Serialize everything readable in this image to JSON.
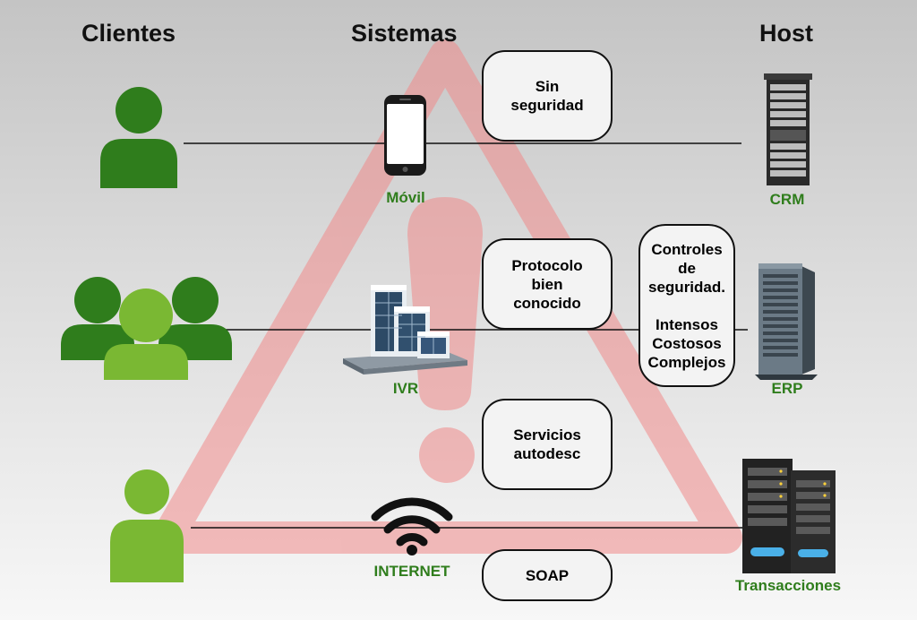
{
  "columns": {
    "clients": "Clientes",
    "systems": "Sistemas",
    "host": "Host"
  },
  "systems": {
    "mobile": "Móvil",
    "ivr": "IVR",
    "internet": "INTERNET"
  },
  "hosts": {
    "crm": "CRM",
    "erp": "ERP",
    "transactions": "Transacciones"
  },
  "bubbles": {
    "no_security": "Sin\nseguridad",
    "known_protocol": "Protocolo\nbien\nconocido",
    "services": "Servicios\nautodesc",
    "soap": "SOAP",
    "controls": "Controles\nde\nseguridad.\n\nIntensos\nCostosos\nComplejos"
  },
  "colors": {
    "client_dark": "#2f7d1c",
    "client_light": "#7ab833",
    "label_green": "#2f7d1c",
    "warning_triangle": "#f4a4a4"
  },
  "icons": [
    "person-icon",
    "group-icon",
    "smartphone-icon",
    "office-building-icon",
    "wifi-icon",
    "server-tower-icon",
    "server-rack-icon",
    "warning-triangle-icon"
  ]
}
